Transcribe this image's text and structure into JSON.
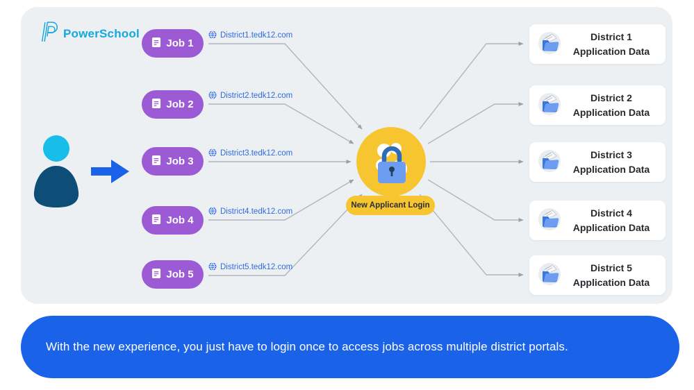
{
  "brand": {
    "name": "PowerSchool"
  },
  "jobs": [
    {
      "label": "Job 1",
      "url": "District1.tedk12.com"
    },
    {
      "label": "Job 2",
      "url": "District2.tedk12.com"
    },
    {
      "label": "Job 3",
      "url": "District3.tedk12.com"
    },
    {
      "label": "Job 4",
      "url": "District4.tedk12.com"
    },
    {
      "label": "Job 5",
      "url": "District5.tedk12.com"
    }
  ],
  "login": {
    "label": "New Applicant Login"
  },
  "districts": [
    {
      "name": "District 1",
      "subtitle": "Application Data"
    },
    {
      "name": "District 2",
      "subtitle": "Application Data"
    },
    {
      "name": "District 3",
      "subtitle": "Application Data"
    },
    {
      "name": "District 4",
      "subtitle": "Application Data"
    },
    {
      "name": "District 5",
      "subtitle": "Application Data"
    }
  ],
  "banner": {
    "text": "With the new experience, you just have to login once to access jobs across multiple district portals."
  },
  "colors": {
    "brand_cyan": "#14A8E0",
    "job_purple": "#9C5BD5",
    "lock_yellow": "#F7C52F",
    "banner_blue": "#1A62E8",
    "link_blue": "#2E6BE0",
    "connector_gray": "#AFB6BB",
    "person_head_cyan": "#18BDE9",
    "person_body_navy": "#0D4D78",
    "folder_blue": "#6C9DF3"
  }
}
